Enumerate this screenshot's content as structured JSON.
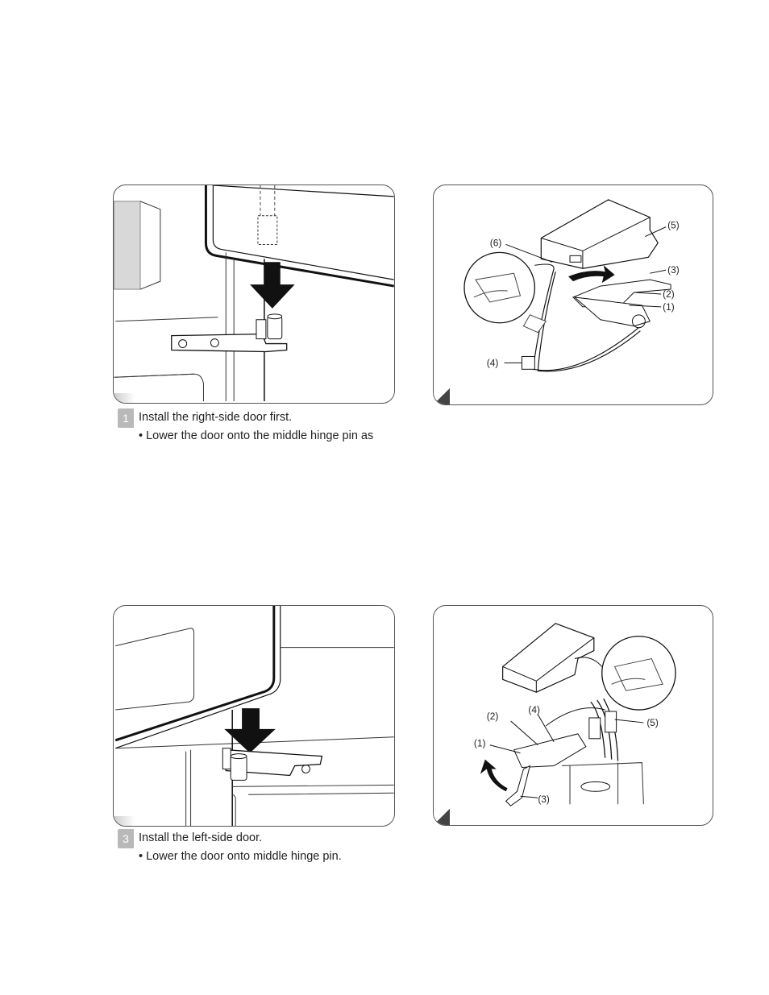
{
  "steps": [
    {
      "number": "1",
      "title": "Install the right-side door first.",
      "bullet": "• Lower the door onto the middle hinge pin as"
    },
    {
      "number": "3",
      "title": "Install the left-side door.",
      "bullet": "• Lower the door onto middle hinge pin."
    }
  ],
  "callouts_top_right": [
    "(5)",
    "(6)",
    "(3)",
    "(2)",
    "(1)",
    "(4)"
  ],
  "callouts_bottom_right": [
    "(2)",
    "(4)",
    "(5)",
    "(1)",
    "(3)"
  ],
  "colors": {
    "frame": "#555555",
    "step_badge": "#b9b9b9",
    "arrow": "#111111"
  }
}
